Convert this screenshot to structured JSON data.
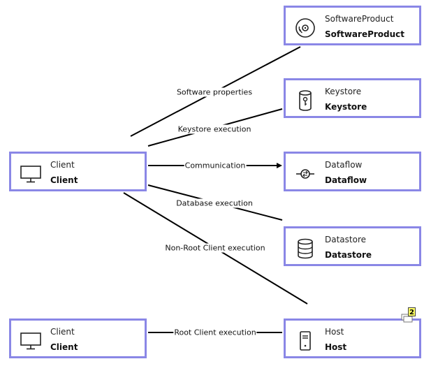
{
  "nodes": {
    "software_product": {
      "kind": "SoftwareProduct",
      "name": "SoftwareProduct",
      "icon": "disc-icon"
    },
    "keystore": {
      "kind": "Keystore",
      "name": "Keystore",
      "icon": "keystore-icon"
    },
    "dataflow": {
      "kind": "Dataflow",
      "name": "Dataflow",
      "icon": "dataflow-icon"
    },
    "datastore": {
      "kind": "Datastore",
      "name": "Datastore",
      "icon": "database-icon"
    },
    "host": {
      "kind": "Host",
      "name": "Host",
      "icon": "server-icon",
      "badge_count": "2"
    },
    "client_main": {
      "kind": "Client",
      "name": "Client",
      "icon": "monitor-icon"
    },
    "client_root": {
      "kind": "Client",
      "name": "Client",
      "icon": "monitor-icon"
    }
  },
  "edges": {
    "software_properties": "Software properties",
    "keystore_execution": "Keystore execution",
    "communication": "Communication",
    "database_execution": "Database execution",
    "non_root_client_execution": "Non-Root Client execution",
    "root_client_execution": "Root Client execution"
  },
  "colors": {
    "node_border": "#8a87e6",
    "edge": "#000000",
    "badge": "#ffff66"
  }
}
